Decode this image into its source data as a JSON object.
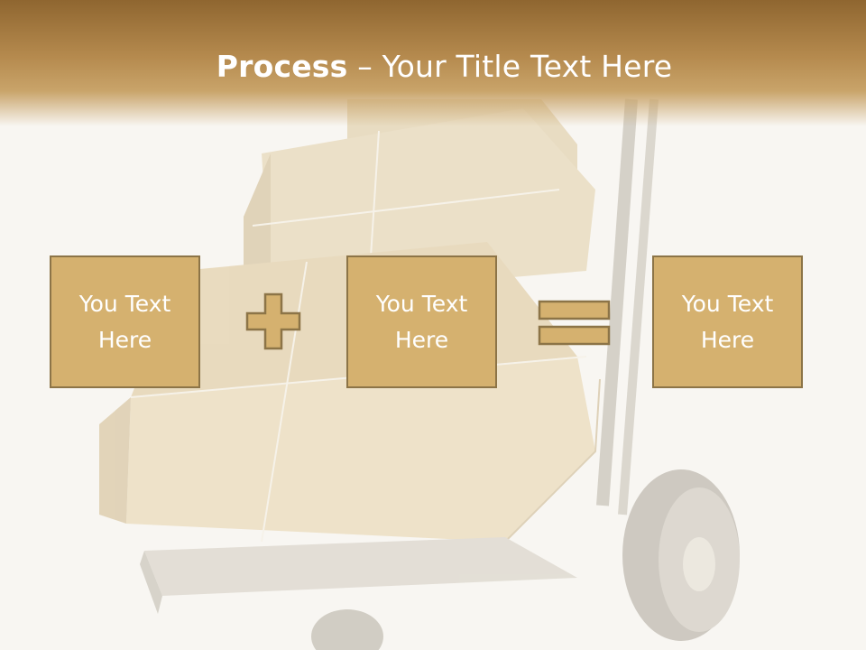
{
  "slide": {
    "title_bold": "Process",
    "title_sep": " – ",
    "title_rest": "Your Title Text Here"
  },
  "boxes": [
    {
      "text": "You Text Here"
    },
    {
      "text": "You Text Here"
    },
    {
      "text": "You Text Here"
    }
  ],
  "operators": {
    "plus": "plus-icon",
    "equals": "equals-icon"
  },
  "colors": {
    "header_dark": "#8f6630",
    "header_light": "#c9a46a",
    "box_fill": "#d5b16f",
    "box_border": "#8c7447",
    "background": "#f8f6f2"
  }
}
